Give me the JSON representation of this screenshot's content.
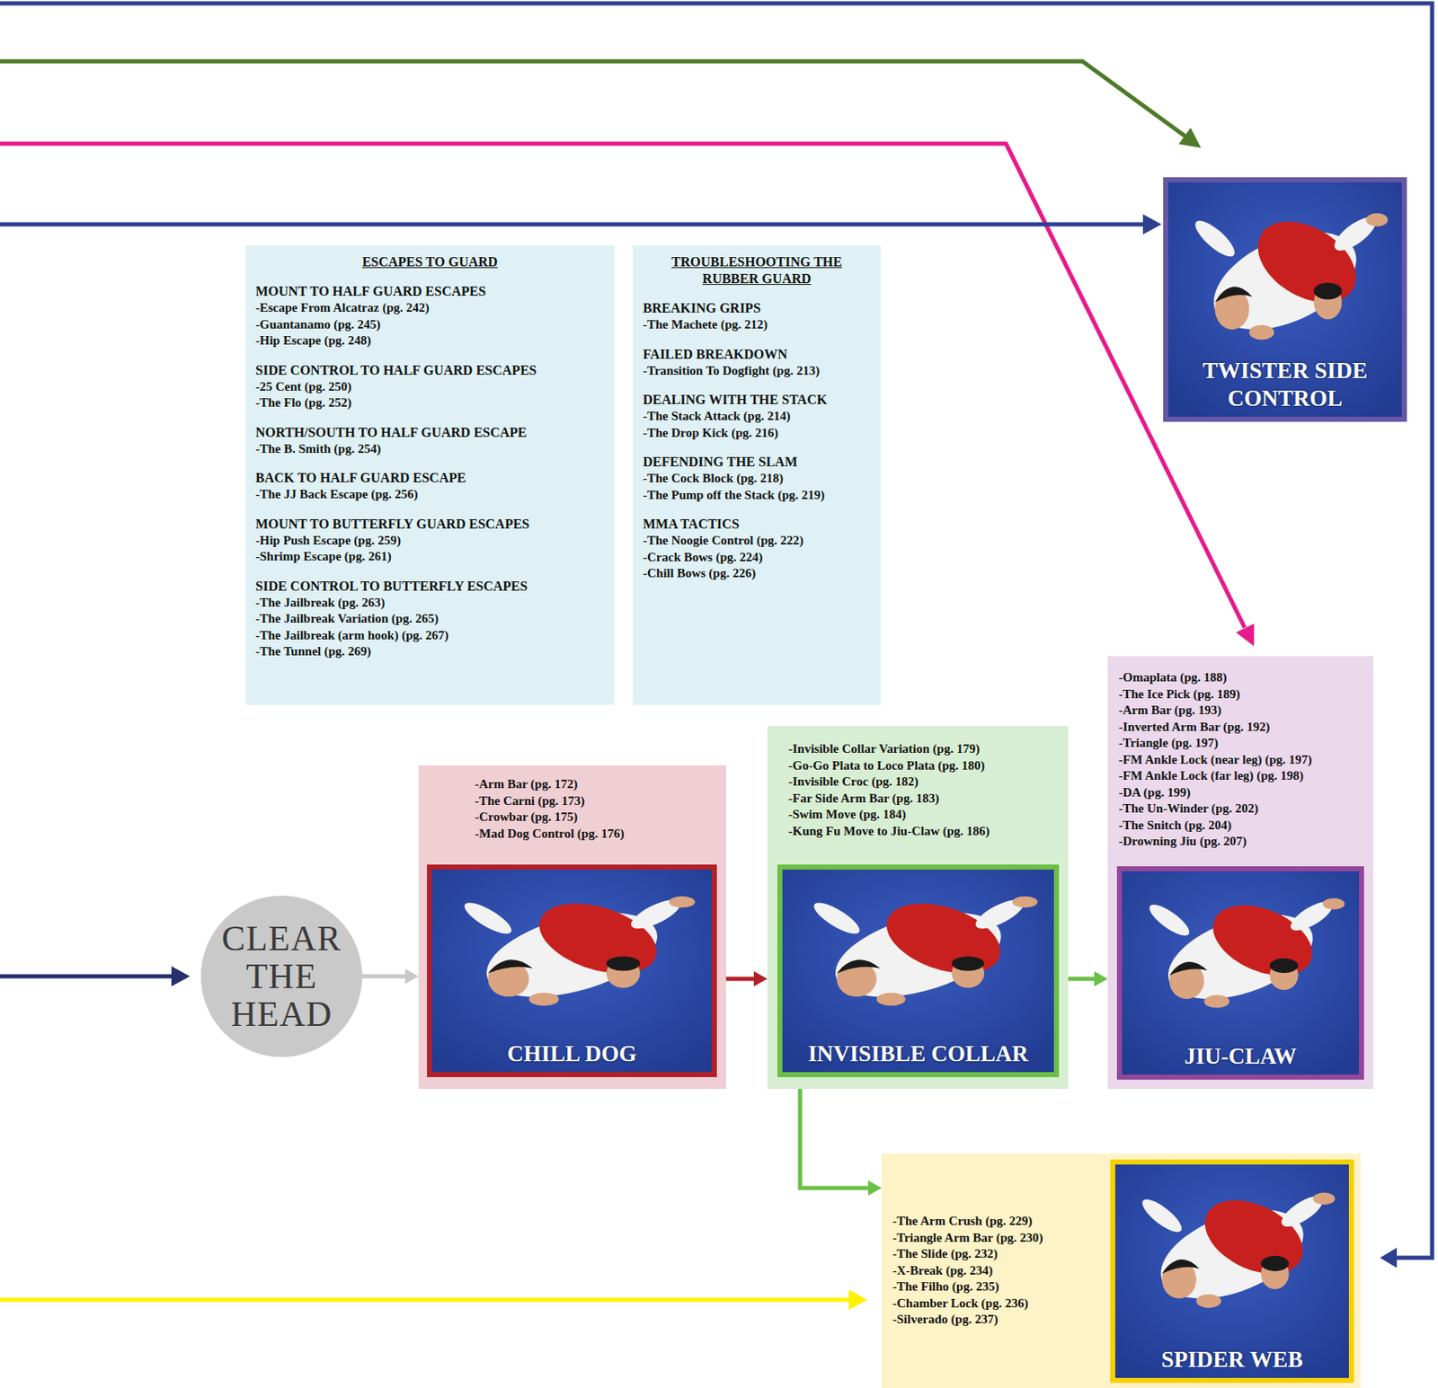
{
  "diagram": {
    "nodes": [
      {
        "text": [
          "TWISTER SIDE CONTROL"
        ]
      },
      {
        "text": [
          "ESCAPES TO GUARD",
          "MOUNT TO HALF GUARD ESCAPES",
          "-Escape From Alcatraz (pg. 242)",
          "-Guantanamo (pg. 245)",
          "-Hip Escape (pg. 248)",
          "SIDE CONTROL TO HALF GUARD ESCAPES",
          "-25 Cent (pg. 250)",
          "-The Flo (pg. 252)",
          "NORTH/SOUTH TO HALF GUARD ESCAPE",
          "-The B. Smith (pg. 254)",
          "BACK TO HALF GUARD ESCAPE",
          "-The JJ Back Escape (pg. 256)",
          "MOUNT TO BUTTERFLY GUARD ESCAPES",
          "-Hip Push Escape (pg. 259)",
          "-Shrimp Escape (pg. 261)",
          "SIDE CONTROL TO BUTTERFLY ESCAPES",
          "-The Jailbreak (pg. 263)",
          "-The Jailbreak Variation (pg. 265)",
          "-The Jailbreak (arm hook) (pg. 267)",
          "-The Tunnel (pg. 269)"
        ]
      },
      {
        "text": [
          "TROUBLESHOOTING THE RUBBER GUARD",
          "BREAKING GRIPS",
          "-The Machete (pg. 212)",
          "FAILED BREAKDOWN",
          "-Transition To Dogfight (pg. 213)",
          "DEALING WITH THE STACK",
          "-The Stack Attack (pg. 214)",
          "-The Drop Kick (pg. 216)",
          "DEFENDING THE SLAM",
          "-The Cock Block (pg. 218)",
          "-The Pump off the Stack (pg. 219)",
          "MMA TACTICS",
          "-The Noogie Control (pg. 222)",
          "-Crack Bows (pg. 224)",
          "-Chill Bows (pg. 226)"
        ]
      },
      {
        "text": [
          "CLEAR THE HEAD"
        ]
      },
      {
        "text": [
          "-Arm Bar (pg. 172)",
          "-The Carni (pg. 173)",
          "-Crowbar (pg. 175)",
          "-Mad Dog Control (pg. 176)"
        ]
      },
      {
        "text": [
          "CHILL DOG"
        ],
        "in": 4
      },
      {
        "text": [
          "-Invisible Collar Variation (pg. 179)",
          "-Go-Go Plata to Loco Plata (pg. 180)",
          "-Invisible Croc (pg. 182)",
          "-Far Side Arm Bar (pg. 183)",
          "-Swim Move (pg. 184)",
          "-Kung Fu Move to Jiu-Claw (pg. 186)"
        ]
      },
      {
        "text": [
          "INVISIBLE COLLAR"
        ],
        "in": 6
      },
      {
        "text": [
          "-Omaplata (pg. 188)",
          "-The Ice Pick (pg. 189)",
          "-Arm Bar (pg. 193)",
          "-Inverted Arm Bar (pg. 192)",
          "-Triangle (pg. 197)",
          "-FM Ankle Lock (near leg) (pg. 197)",
          "-FM Ankle Lock (far leg) (pg. 198)",
          "-DA (pg. 199)",
          "-The Un-Winder (pg. 202)",
          "-The Snitch (pg. 204)",
          "-Drowning Jiu (pg. 207)"
        ]
      },
      {
        "text": [
          "JIU-CLAW"
        ],
        "in": 8
      },
      {
        "text": [
          "-The Arm Crush (pg. 229)",
          "-Triangle Arm Bar (pg. 230)",
          "-The Slide (pg. 232)",
          "-X-Break (pg. 234)",
          "-The Filho (pg. 235)",
          "-Chamber Lock (pg. 236)",
          "-Silverado (pg. 237)"
        ]
      },
      {
        "text": [
          "SPIDER WEB"
        ],
        "in": 10
      }
    ],
    "edges": [
      {
        "from": 3,
        "to": 4,
        "arrow": "to"
      },
      {
        "from": 4,
        "to": 6,
        "arrow": "to"
      },
      {
        "from": 6,
        "to": 8,
        "arrow": "to"
      },
      {
        "from": 6,
        "to": 10,
        "arrow": "to"
      }
    ]
  }
}
